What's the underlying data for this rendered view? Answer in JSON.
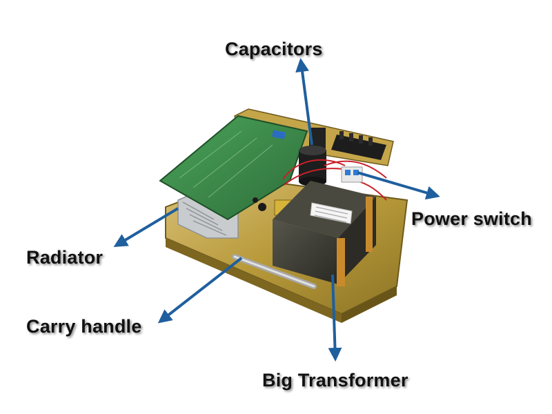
{
  "labels": {
    "capacitors": "Capacitors",
    "power_switch": "Power switch",
    "radiator": "Radiator",
    "carry_handle": "Carry handle",
    "big_transformer": "Big Transformer"
  },
  "colors": {
    "arrow": "#1f5f9e",
    "pcb": "#3a8a46",
    "chassis": "#b89a3a",
    "transformer_core": "#3b3a33",
    "radiator": "#c9ccce",
    "wire": "#c8202a"
  },
  "icons": [
    "arrow-capacitors-icon",
    "arrow-power-switch-icon",
    "arrow-radiator-icon",
    "arrow-carry-handle-icon",
    "arrow-transformer-icon"
  ]
}
